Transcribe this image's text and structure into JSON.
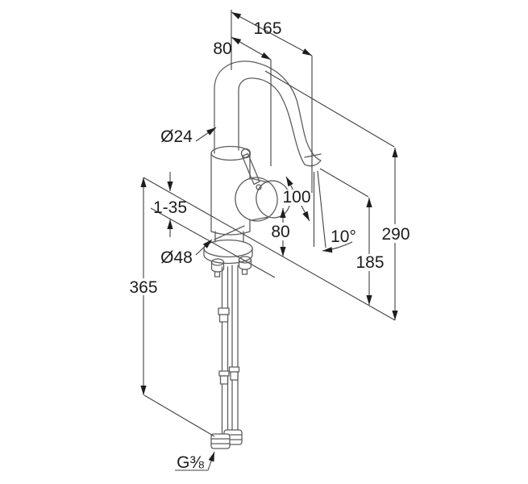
{
  "drawing": {
    "type": "technical-dimension-drawing",
    "subject": "single-lever basin/sink mixer tap with swivel gooseneck spout, shown with mounting hardware and flexible supply hoses",
    "background_color": "#ffffff",
    "part_line_color": "#5d5d5d",
    "dimension_line_color": "#414141",
    "text_color": "#1c1c1c",
    "dimensions": {
      "spout_reach": "165",
      "spout_offset": "80",
      "spout_tube_diameter": "Ø24",
      "mounting_thickness_range": "1-35",
      "outlet_clearance": "100",
      "outlet_to_deck": "80",
      "outlet_angle": "10°",
      "total_height": "290",
      "outlet_height": "185",
      "base_diameter": "Ø48",
      "hose_length_below_deck": "365",
      "connection_thread": "G⅜"
    }
  }
}
